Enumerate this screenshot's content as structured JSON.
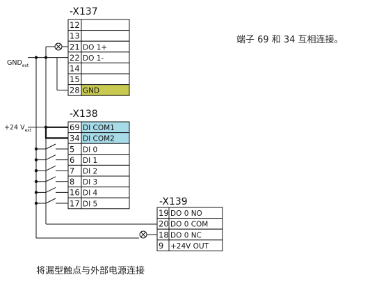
{
  "notes": {
    "right": "端子 69 和 34 互相连接。",
    "caption": "将漏型触点与外部电源连接"
  },
  "signals": {
    "gnd": {
      "main": "GND",
      "sub": "ext"
    },
    "v24": {
      "main": "+24 V",
      "sub": "ext"
    }
  },
  "colors": {
    "gnd_fill": "#c8c951",
    "com_fill": "#a8dbe8"
  },
  "blocks": {
    "x137": {
      "title": "-X137",
      "rows": [
        {
          "num": "12",
          "label": ""
        },
        {
          "num": "13",
          "label": ""
        },
        {
          "num": "21",
          "label": "DO 1+"
        },
        {
          "num": "22",
          "label": "DO 1-"
        },
        {
          "num": "14",
          "label": ""
        },
        {
          "num": "15",
          "label": ""
        },
        {
          "num": "28",
          "label": "GND",
          "fill": "gnd"
        }
      ]
    },
    "x138": {
      "title": "-X138",
      "rows": [
        {
          "num": "69",
          "label": "DI COM1",
          "fill": "com"
        },
        {
          "num": "34",
          "label": "DI COM2",
          "fill": "com"
        },
        {
          "num": "5",
          "label": "DI 0"
        },
        {
          "num": "6",
          "label": "DI 1"
        },
        {
          "num": "7",
          "label": "DI 2"
        },
        {
          "num": "8",
          "label": "DI 3"
        },
        {
          "num": "16",
          "label": "DI 4"
        },
        {
          "num": "17",
          "label": "DI 5"
        }
      ]
    },
    "x139": {
      "title": "-X139",
      "rows": [
        {
          "num": "19",
          "label": "DO 0 NO"
        },
        {
          "num": "20",
          "label": "DO 0 COM"
        },
        {
          "num": "18",
          "label": "DO 0 NC"
        },
        {
          "num": "9",
          "label": "+24V OUT"
        }
      ]
    }
  }
}
